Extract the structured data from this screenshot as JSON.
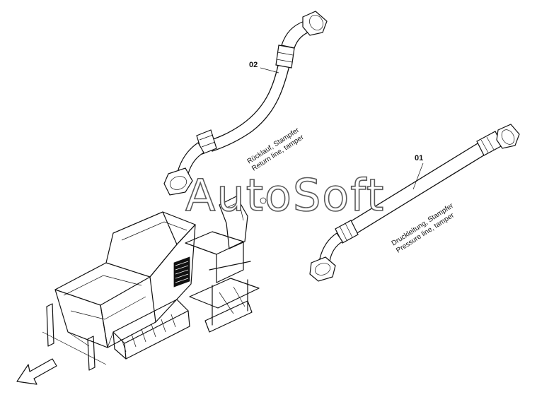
{
  "watermark": "AutoSoft",
  "parts": [
    {
      "number": "02",
      "label_de": "Rücklauf, Stampfer",
      "label_en": "Return line, tamper"
    },
    {
      "number": "01",
      "label_de": "Druckleitung, Stampfer",
      "label_en": "Pressure line, tamper"
    }
  ]
}
